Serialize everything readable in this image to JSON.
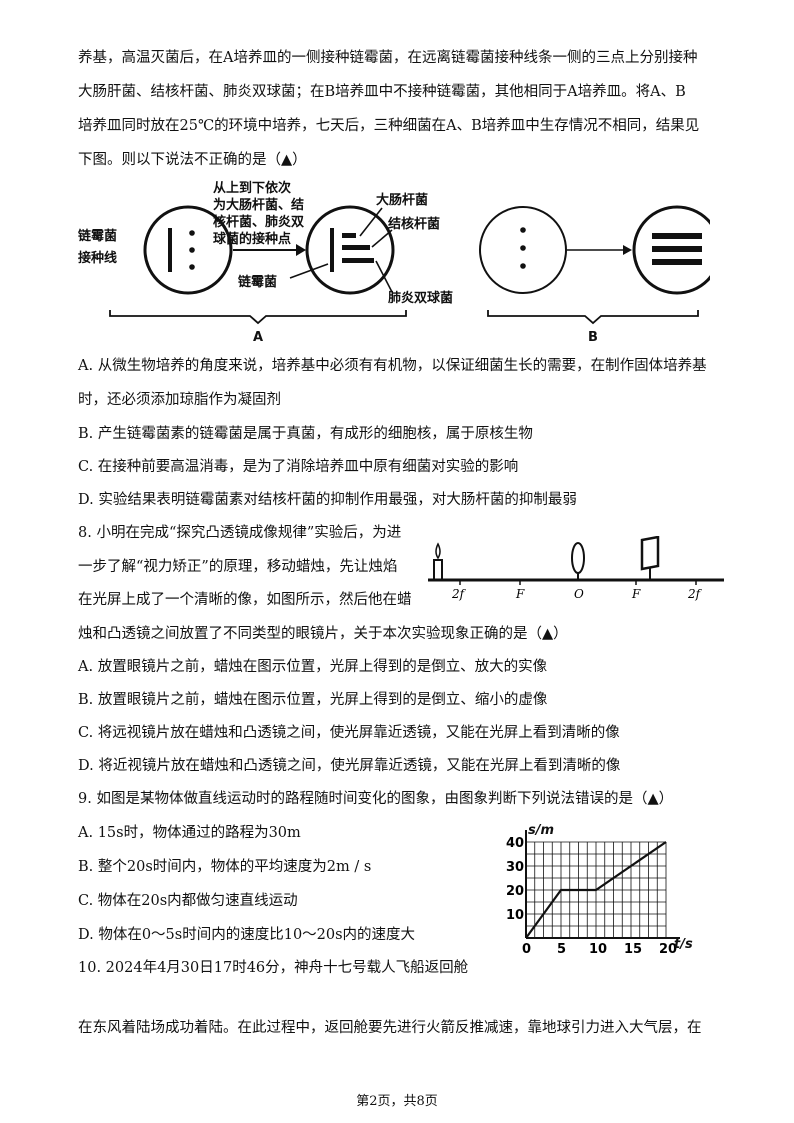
{
  "intro": [
    "养基，高温灭菌后，在A培养皿的一侧接种链霉菌，在远离链霉菌接种线条一侧的三点上分别接种",
    "大肠肝菌、结核杆菌、肺炎双球菌；在B培养皿中不接种链霉菌，其他相同于A培养皿。将A、B",
    "培养皿同时放在25℃的环境中培养，七天后，三种细菌在A、B培养皿中生存情况不相同，结果见",
    "下图。则以下说法不正确的是（▲）"
  ],
  "fig7": {
    "label_line": [
      "链霉菌",
      "接种线"
    ],
    "label_order": [
      "从上到下依次",
      "为大肠杆菌、结",
      "核杆菌、肺炎双",
      "球菌的接种点"
    ],
    "label_lianmei": "链霉菌",
    "label_dachang": "大肠杆菌",
    "label_jiehe": "结核杆菌",
    "label_feiyan": "肺炎双球菌",
    "group_a": "A",
    "group_b": "B"
  },
  "q7_options": [
    "A. 从微生物培养的角度来说，培养基中必须有有机物，以保证细菌生长的需要，在制作固体培养基",
    "时，还必须添加琼脂作为凝固剂",
    "B. 产生链霉菌素的链霉菌是属于真菌，有成形的细胞核，属于原核生物",
    "C. 在接种前要高温消毒，是为了消除培养皿中原有细菌对实验的影响",
    "D. 实验结果表明链霉菌素对结核杆菌的抑制作用最强，对大肠杆菌的抑制最弱"
  ],
  "q8": {
    "stem": [
      "8. 小明在完成“探究凸透镜成像规律”实验后，为进",
      "一步了解“视力矫正”的原理，移动蜡烛，先让烛焰",
      "在光屏上成了一个清晰的像，如图所示，然后他在蜡",
      "烛和凸透镜之间放置了不同类型的眼镜片，关于本次实验现象正确的是（▲）"
    ],
    "axis_labels": [
      "2f",
      "F",
      "O",
      "F",
      "2f"
    ],
    "options": [
      "A. 放置眼镜片之前，蜡烛在图示位置，光屏上得到的是倒立、放大的实像",
      "B. 放置眼镜片之前，蜡烛在图示位置，光屏上得到的是倒立、缩小的虚像",
      "C. 将远视镜片放在蜡烛和凸透镜之间，使光屏靠近透镜，又能在光屏上看到清晰的像",
      "D. 将近视镜片放在蜡烛和凸透镜之间，使光屏靠近透镜，又能在光屏上看到清晰的像"
    ]
  },
  "q9": {
    "stem": "9. 如图是某物体做直线运动时的路程随时间变化的图象，由图象判断下列说法错误的是（▲）",
    "options": [
      "A. 15s时，物体通过的路程为30m",
      "B. 整个20s时间内，物体的平均速度为2m / s",
      "C. 物体在20s内都做匀速直线运动",
      "D. 物体在0～5s时间内的速度比10～20s内的速度大"
    ]
  },
  "chart_data": {
    "type": "line",
    "ylabel": "s/m",
    "xlabel": "t/s",
    "x_ticks": [
      "0",
      "5",
      "10",
      "15",
      "20"
    ],
    "y_ticks": [
      "10",
      "20",
      "30",
      "40"
    ],
    "xlim": [
      0,
      20
    ],
    "ylim": [
      0,
      40
    ],
    "grid": true,
    "series": [
      {
        "x": [
          0,
          5,
          10,
          20
        ],
        "y": [
          0,
          20,
          20,
          40
        ]
      }
    ]
  },
  "q10": [
    "10. 2024年4月30日17时46分，神舟十七号载人飞船返回舱",
    "在东风着陆场成功着陆。在此过程中，返回舱要先进行火箭反推减速，靠地球引力进入大气层，在"
  ],
  "footer": "第2页，共8页"
}
